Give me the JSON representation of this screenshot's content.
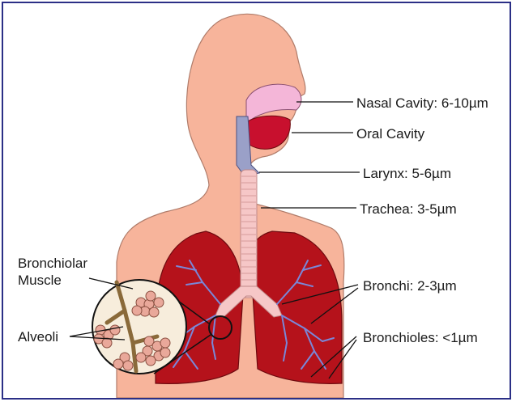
{
  "labels": {
    "nasal_cavity": "Nasal Cavity: 6-10µm",
    "oral_cavity": "Oral Cavity",
    "larynx": "Larynx: 5-6µm",
    "trachea": "Trachea: 3-5µm",
    "bronchi": "Bronchi: 2-3µm",
    "bronchioles": "Bronchioles: <1µm",
    "bronchiolar_muscle_line1": "Bronchiolar",
    "bronchiolar_muscle_line2": "Muscle",
    "alveoli": "Alveoli"
  },
  "colors": {
    "border": "#2b2f86",
    "skin": "#f7b49b",
    "skin_outline": "#b07c6a",
    "lung": "#b5121b",
    "lung_outline": "#6e0a0f",
    "airway": "#f6c7c7",
    "bronchi_branches": "#7a87d8",
    "nasal": "#f4b6d8",
    "oral": "#c8102e",
    "larynx": "#9aa0c8",
    "alveoli": "#e9a89a"
  }
}
